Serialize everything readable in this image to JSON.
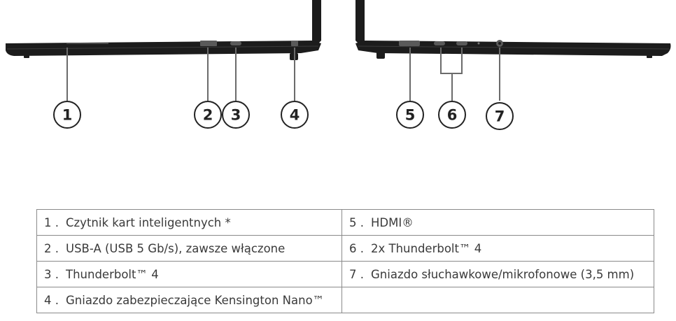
{
  "callouts": [
    "1",
    "2",
    "3",
    "4",
    "5",
    "6",
    "7"
  ],
  "table": {
    "rows": [
      {
        "left": {
          "num": "1 .",
          "text": "Czytnik kart inteligentnych *"
        },
        "right": {
          "num": "5 .",
          "text": "HDMI®"
        }
      },
      {
        "left": {
          "num": "2 .",
          "text": "USB-A (USB 5 Gb/s), zawsze włączone"
        },
        "right": {
          "num": "6 .",
          "text": "2x Thunderbolt™ 4"
        }
      },
      {
        "left": {
          "num": "3 .",
          "text": "Thunderbolt™ 4"
        },
        "right": {
          "num": "7 .",
          "text": "Gniazdo słuchawkowe/mikrofonowe (3,5 mm)"
        }
      },
      {
        "left": {
          "num": "4 .",
          "text": "Gniazdo zabezpieczające Kensington Nano™"
        },
        "right": {
          "num": "",
          "text": ""
        }
      }
    ]
  },
  "colors": {
    "laptop_body": "#1c1c1c",
    "port": "#5a5a5a",
    "leader_line": "#6b6b6b",
    "callout_stroke": "#222222"
  }
}
